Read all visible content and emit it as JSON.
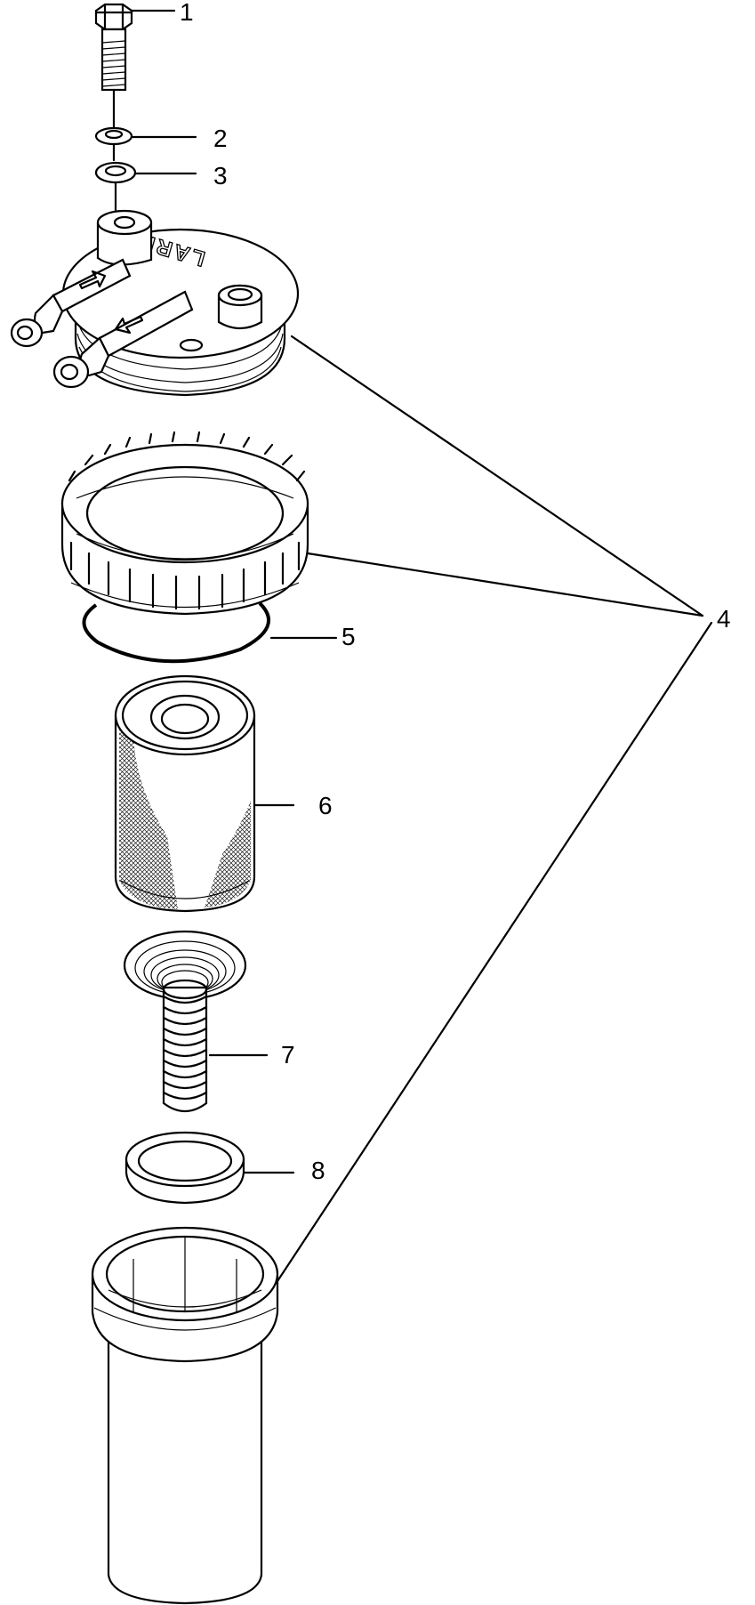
{
  "callouts": [
    {
      "id": "1",
      "label": "1"
    },
    {
      "id": "2",
      "label": "2"
    },
    {
      "id": "3",
      "label": "3"
    },
    {
      "id": "4",
      "label": "4"
    },
    {
      "id": "5",
      "label": "5"
    },
    {
      "id": "6",
      "label": "6"
    },
    {
      "id": "7",
      "label": "7"
    },
    {
      "id": "8",
      "label": "8"
    }
  ],
  "cap_text": "LARIS",
  "colors": {
    "ink": "#000000",
    "paper": "#ffffff"
  }
}
